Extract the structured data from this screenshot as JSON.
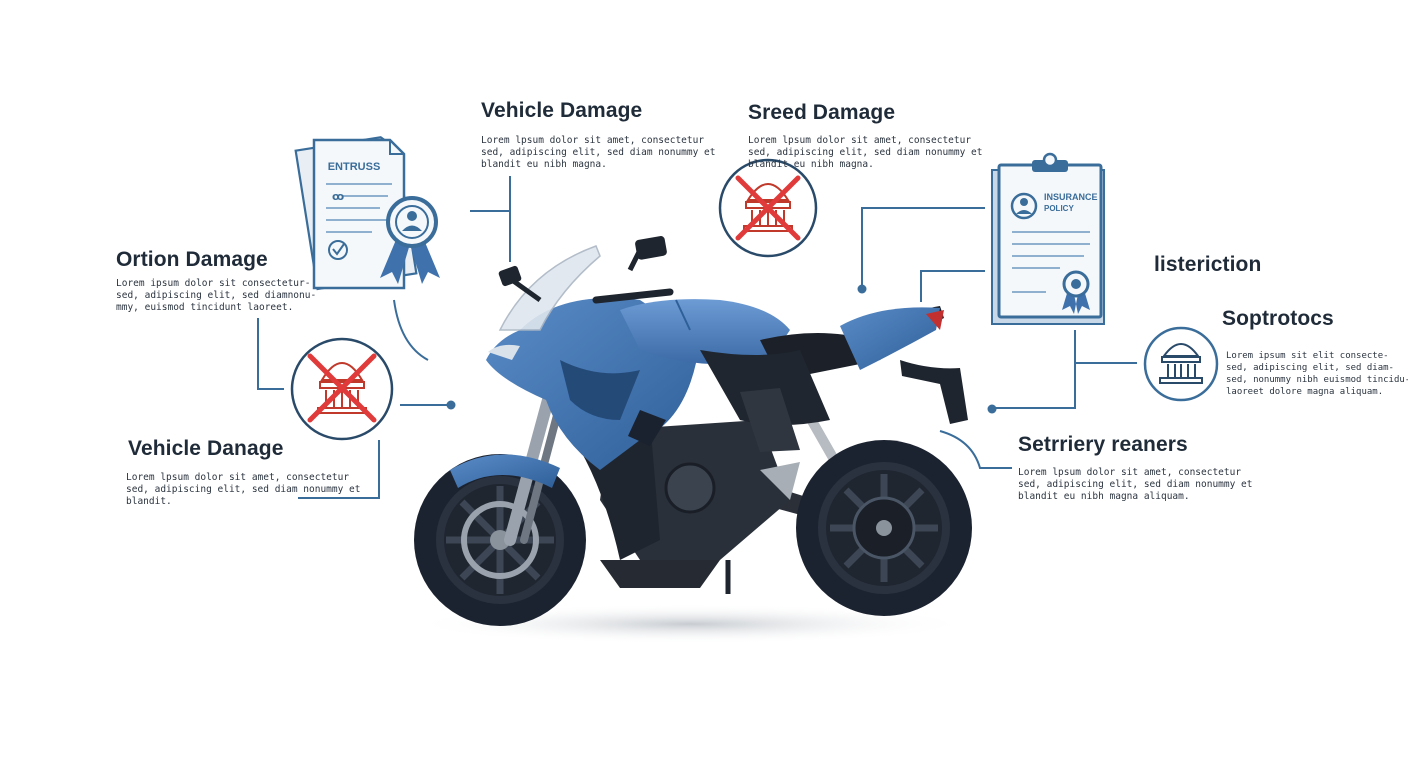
{
  "palette": {
    "navy": "#1f3b57",
    "blue": "#3f72ad",
    "light_blue": "#c9d8e8",
    "red": "#e03a3a",
    "line": "#3a6d9a"
  },
  "callouts": {
    "vehicle_damage_top": {
      "title": "Vehicle Damage",
      "body": "Lorem lpsum dolor sit amet, consectetur\nsed, adipiscing elit, sed diam nonummy et\nblandit eu nibh magna."
    },
    "sreed_damage": {
      "title": "Sreed Damage",
      "body": "Lorem lpsum dolor sit amet, consectetur\nsed, adipiscing elit, sed diam nonummy et\nblandit eu nibh magna."
    },
    "ortion_damage": {
      "title": "Ortion Damage",
      "body": "Lorem ipsum dolor sit consectetur-\nsed, adipiscing elit, sed diamnonu-\nmmy, euismod tincidunt laoreet."
    },
    "vehicle_danage": {
      "title": "Vehicle Danage",
      "body": "Lorem lpsum dolor sit amet, consectetur\nsed, adipiscing elit, sed diam nonummy et\nblandit."
    },
    "listeriction": {
      "title": "listeriction"
    },
    "soptrotocs": {
      "title": "Soptrotocs",
      "body": "Lorem ipsum sit elit consecte-\nsed, adipiscing elit, sed diam-\nsed, nonummy nibh euismod tincidu-\nlaoreet dolore magna aliquam."
    },
    "setrriery_reaners": {
      "title": "Setrriery reaners",
      "body": "Lorem lpsum dolor sit amet, consectetur\nsed, adipiscing elit, sed diam nonummy et\nblandit eu nibh magna aliquam."
    }
  },
  "icons": {
    "certificate_left": {
      "title": "ENTRUSS",
      "icon": "certificate-icon"
    },
    "certificate_right": {
      "title": "INSURANCE",
      "subtitle": "POLICY",
      "icon": "clipboard-icon"
    },
    "no_bank_top": "no-bank-icon",
    "no_bank_left": "no-bank-icon",
    "bank_right": "bank-icon"
  }
}
